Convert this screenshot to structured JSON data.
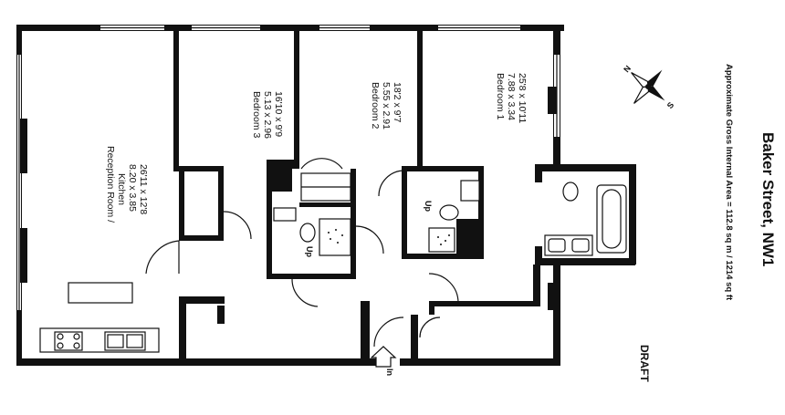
{
  "title": "Baker Street, NW1",
  "area_text": "Approximate Gross Internal Area = 112.8 sq m / 1214 sq ft",
  "draft": "DRAFT",
  "compass_letters": {
    "n": "N",
    "s": "S"
  },
  "rooms": {
    "reception": {
      "name1": "Reception Room /",
      "name2": "Kitchen",
      "metric": "8.20 x 3.85",
      "imperial": "26'11 x 12'8"
    },
    "bedroom3": {
      "name": "Bedroom 3",
      "metric": "5.13 x 2.96",
      "imperial": "16'10 x 9'9"
    },
    "bedroom2": {
      "name": "Bedroom 2",
      "metric": "5.55 x 2.91",
      "imperial": "18'2 x 9'7"
    },
    "bedroom1": {
      "name": "Bedroom 1",
      "metric": "7.88 x 3.34",
      "imperial": "25'8 x 10'11"
    }
  },
  "labels": {
    "up1": "Up",
    "up2": "Up",
    "in": "In"
  }
}
